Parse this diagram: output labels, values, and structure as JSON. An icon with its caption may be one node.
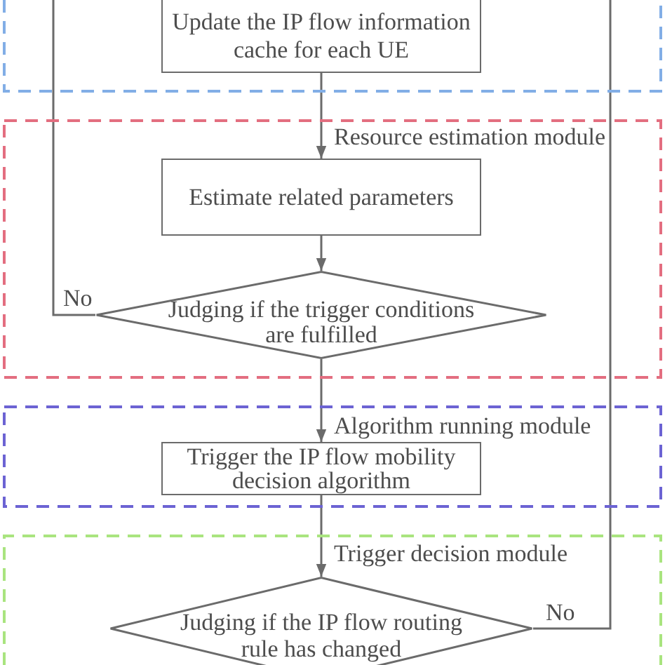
{
  "diagram": {
    "nodes": [
      {
        "text": [],
        "shape": "box"
      },
      {
        "text": [
          "Update the IP flow information cache for each UE"
        ],
        "in": 0
      },
      {
        "text": [
          "Resource estimation module"
        ]
      },
      {
        "text": [
          "Estimate related parameters"
        ],
        "in": 2
      },
      {
        "text": [
          "Judging if the trigger conditions are fulfilled"
        ],
        "in": 2
      },
      {
        "text": [
          "Algorithm running module"
        ]
      },
      {
        "text": [
          "Trigger the IP flow mobility decision algorithm"
        ],
        "in": 5
      },
      {
        "text": [
          "Trigger decision module"
        ]
      },
      {
        "text": [
          "Judging if the IP flow routing rule has changed"
        ],
        "in": 7
      }
    ],
    "edges": [
      {
        "from": 1,
        "to": 3,
        "arrow": "to"
      },
      {
        "from": 3,
        "to": 4,
        "arrow": "to"
      },
      {
        "from": 4,
        "to": 6,
        "arrow": "to"
      },
      {
        "from": 6,
        "to": 8,
        "arrow": "to"
      },
      {
        "from": 4,
        "to": 0,
        "arrow": "none",
        "label": "No"
      },
      {
        "from": 8,
        "to": 0,
        "arrow": "none",
        "label": "No"
      }
    ]
  }
}
